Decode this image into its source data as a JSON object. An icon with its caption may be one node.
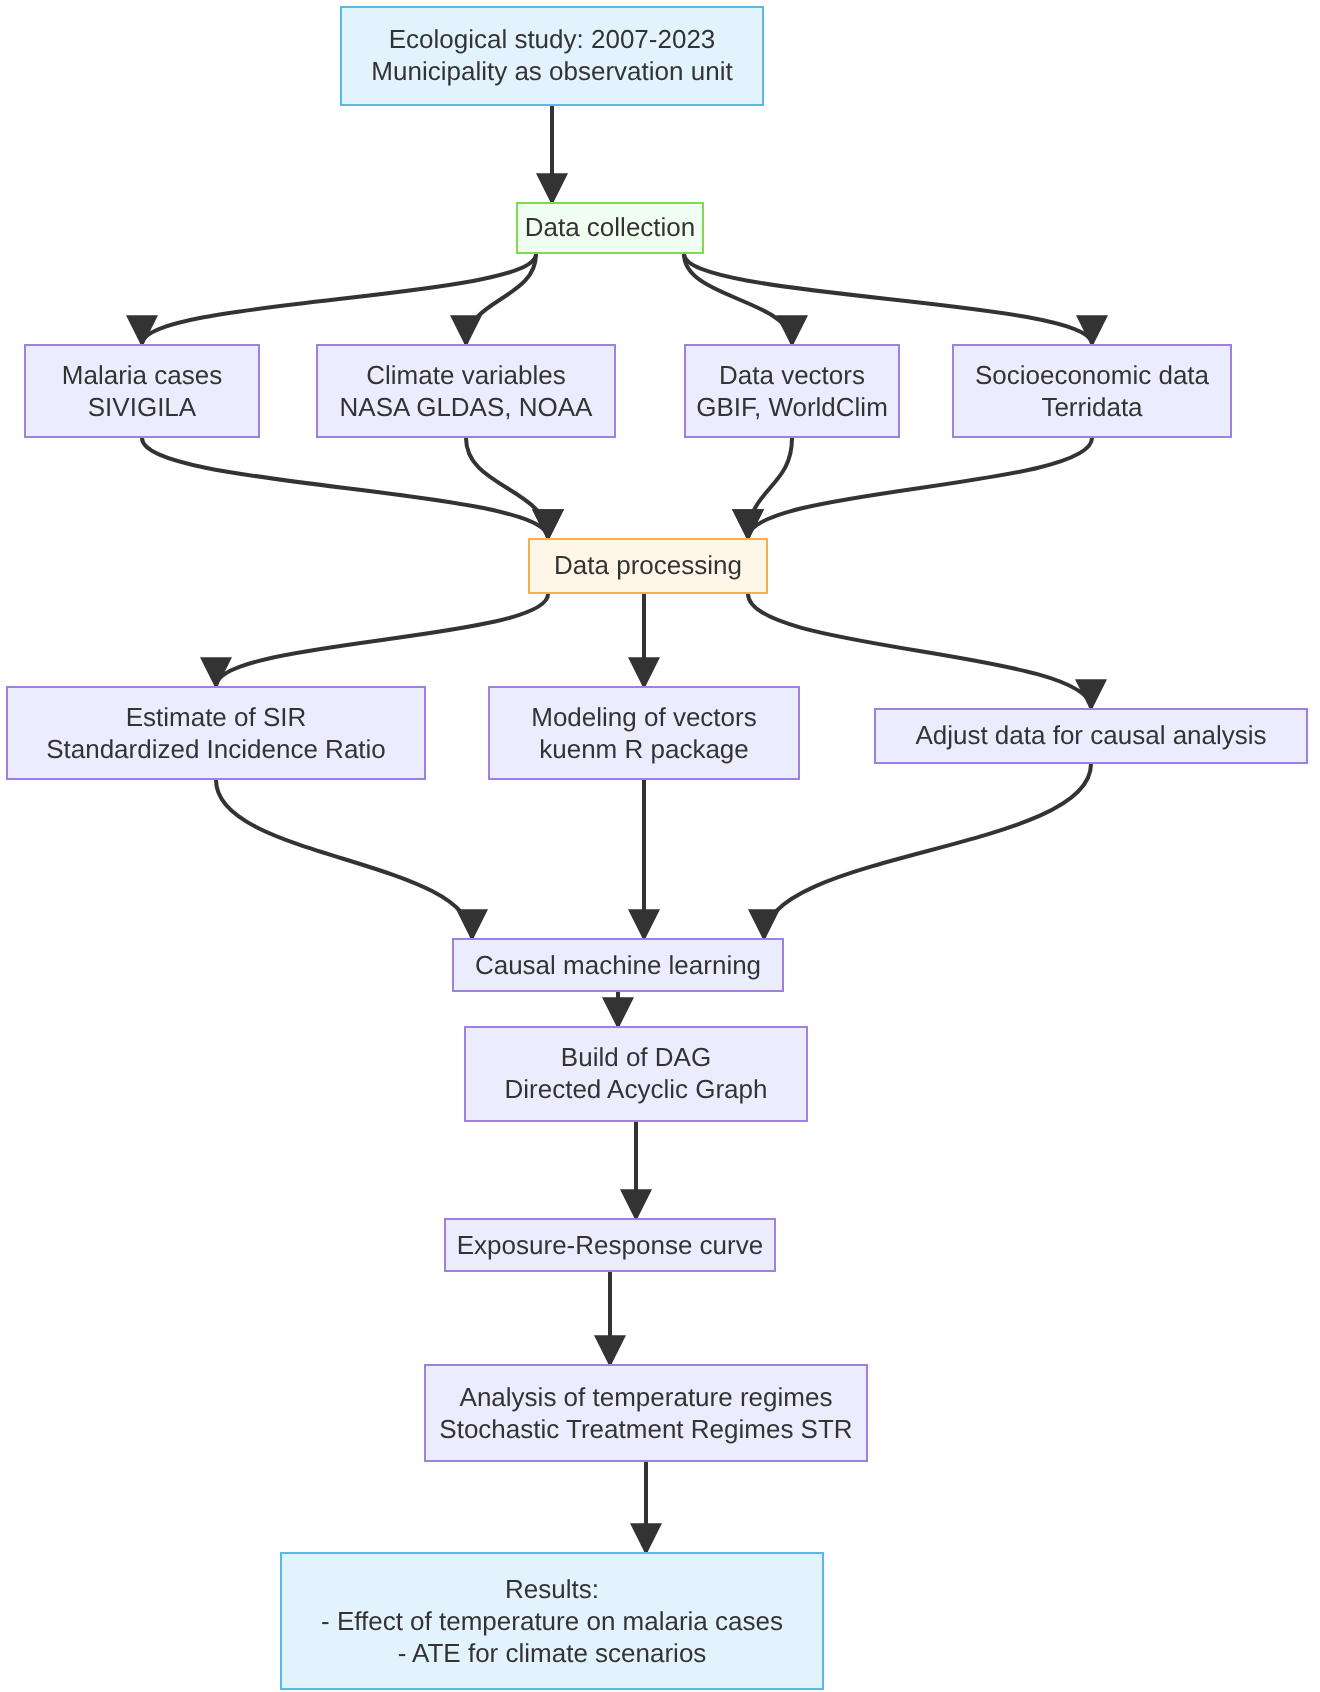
{
  "diagram": {
    "nodes": [
      {
        "text": [
          "Ecological study: 2007-2023",
          "Municipality as observation unit"
        ]
      },
      {
        "text": [
          "Data collection"
        ]
      },
      {
        "text": [
          "Malaria cases",
          "SIVIGILA"
        ]
      },
      {
        "text": [
          "Climate variables",
          "NASA GLDAS, NOAA"
        ]
      },
      {
        "text": [
          "Data vectors",
          "GBIF, WorldClim"
        ]
      },
      {
        "text": [
          "Socioeconomic data",
          "Terridata"
        ]
      },
      {
        "text": [
          "Data processing"
        ]
      },
      {
        "text": [
          "Estimate of SIR",
          "Standardized Incidence Ratio"
        ]
      },
      {
        "text": [
          "Modeling of vectors",
          "kuenm R package"
        ]
      },
      {
        "text": [
          "Adjust data for causal analysis"
        ]
      },
      {
        "text": [
          "Causal machine learning"
        ]
      },
      {
        "text": [
          "Build of DAG",
          "Directed Acyclic Graph"
        ]
      },
      {
        "text": [
          "Exposure-Response curve"
        ]
      },
      {
        "text": [
          "Analysis of temperature regimes",
          "Stochastic Treatment Regimes STR"
        ]
      },
      {
        "text": [
          "Results:",
          "- Effect of temperature on malaria cases",
          "- ATE for climate scenarios"
        ]
      }
    ],
    "edges": [
      {
        "from": 0,
        "to": 1,
        "arrow": "to"
      },
      {
        "from": 1,
        "to": 2,
        "arrow": "to"
      },
      {
        "from": 1,
        "to": 3,
        "arrow": "to"
      },
      {
        "from": 1,
        "to": 4,
        "arrow": "to"
      },
      {
        "from": 1,
        "to": 5,
        "arrow": "to"
      },
      {
        "from": 2,
        "to": 6,
        "arrow": "to"
      },
      {
        "from": 3,
        "to": 6,
        "arrow": "to"
      },
      {
        "from": 4,
        "to": 6,
        "arrow": "to"
      },
      {
        "from": 5,
        "to": 6,
        "arrow": "to"
      },
      {
        "from": 6,
        "to": 7,
        "arrow": "to"
      },
      {
        "from": 6,
        "to": 8,
        "arrow": "to"
      },
      {
        "from": 6,
        "to": 9,
        "arrow": "to"
      },
      {
        "from": 7,
        "to": 10,
        "arrow": "to"
      },
      {
        "from": 8,
        "to": 10,
        "arrow": "to"
      },
      {
        "from": 9,
        "to": 10,
        "arrow": "to"
      },
      {
        "from": 10,
        "to": 11,
        "arrow": "to"
      },
      {
        "from": 11,
        "to": 12,
        "arrow": "to"
      },
      {
        "from": 12,
        "to": 13,
        "arrow": "to"
      },
      {
        "from": 13,
        "to": 14,
        "arrow": "to"
      }
    ]
  }
}
